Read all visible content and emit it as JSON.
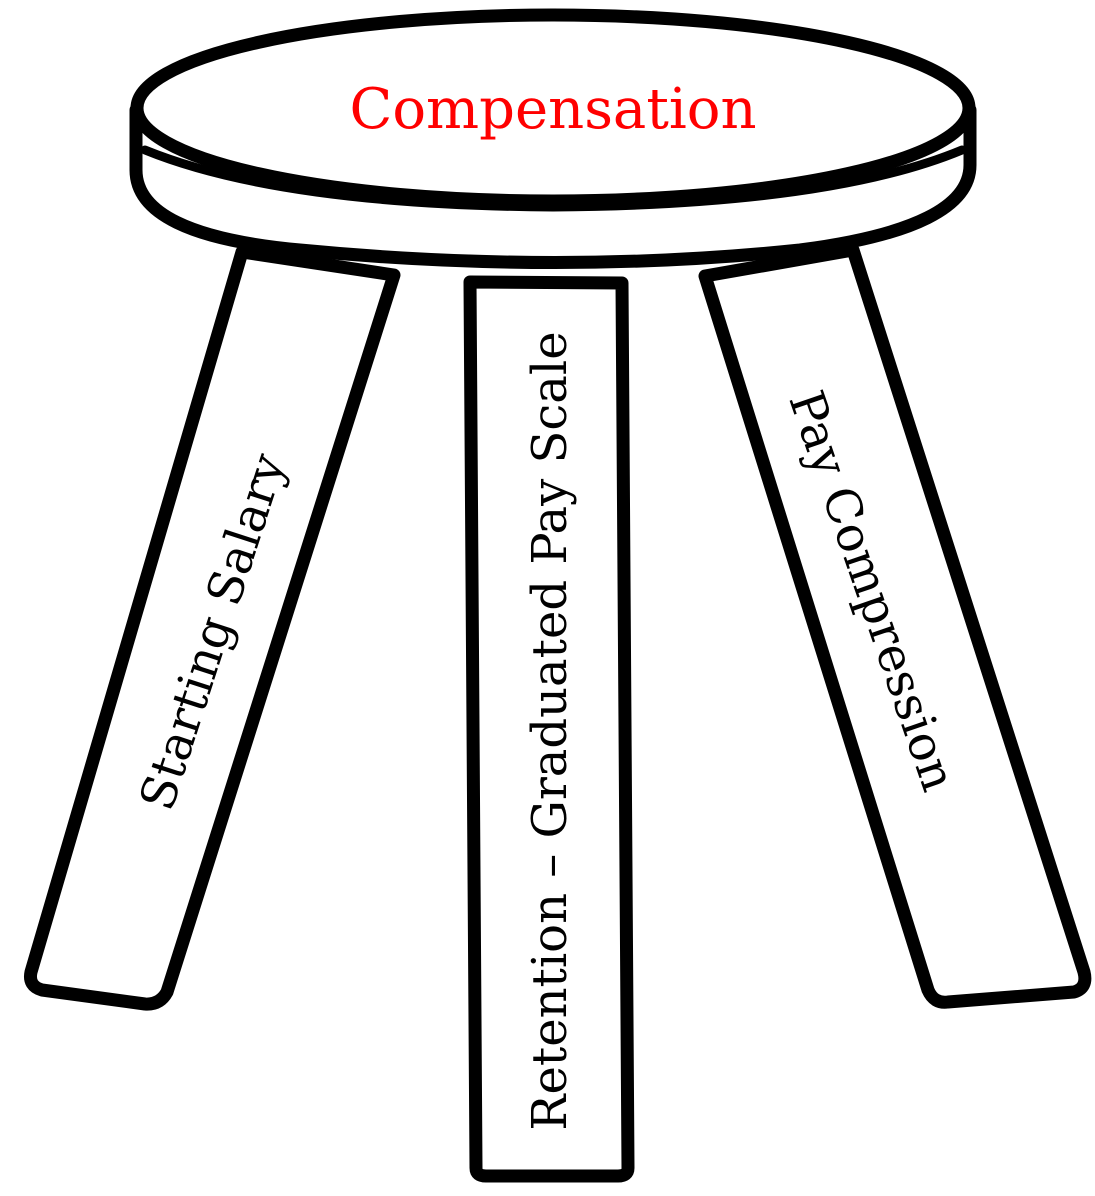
{
  "seat": {
    "label": "Compensation",
    "label_color": "#ff0000"
  },
  "legs": {
    "left": {
      "label": "Starting Salary"
    },
    "center": {
      "label": "Retention – Graduated Pay Scale"
    },
    "right": {
      "label": "Pay Compression"
    }
  },
  "colors": {
    "outline": "#000000",
    "fill": "#ffffff"
  }
}
